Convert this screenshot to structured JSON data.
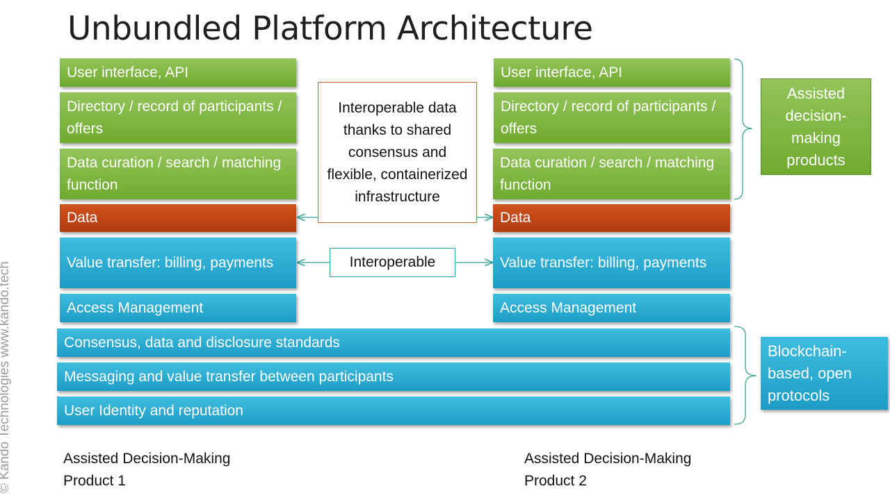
{
  "title": "Unbundled Platform Architecture",
  "left_stack": {
    "ui": "User interface, API",
    "directory": "Directory / record of participants / offers",
    "curation": "Data curation / search / matching function",
    "data": "Data",
    "value_transfer": "Value transfer: billing, payments",
    "access": "Access Management"
  },
  "right_stack": {
    "ui": "User interface, API",
    "directory": "Directory / record of participants / offers",
    "curation": "Data curation / search / matching function",
    "data": "Data",
    "value_transfer": "Value transfer: billing, payments",
    "access": "Access Management"
  },
  "shared_layers": {
    "consensus": "Consensus, data and disclosure standards",
    "messaging": "Messaging and value transfer between participants",
    "identity": "User Identity and reputation"
  },
  "callouts": {
    "interop_data": "Interoperable data thanks to shared consensus and flexible, containerized infrastructure",
    "interop": "Interoperable"
  },
  "side_labels": {
    "assisted": "Assisted decision-making products",
    "blockchain": "Blockchain-based, open protocols"
  },
  "captions": {
    "product1": "Assisted Decision-Making Product 1",
    "product2": "Assisted Decision-Making Product 2"
  },
  "copyright": "© Kando Technologies www.kando.tech",
  "colors": {
    "green": "#7ab648",
    "red": "#c0461a",
    "blue": "#2aaed6",
    "orange_border": "#c0652a",
    "teal_border": "#2aa3b8"
  }
}
